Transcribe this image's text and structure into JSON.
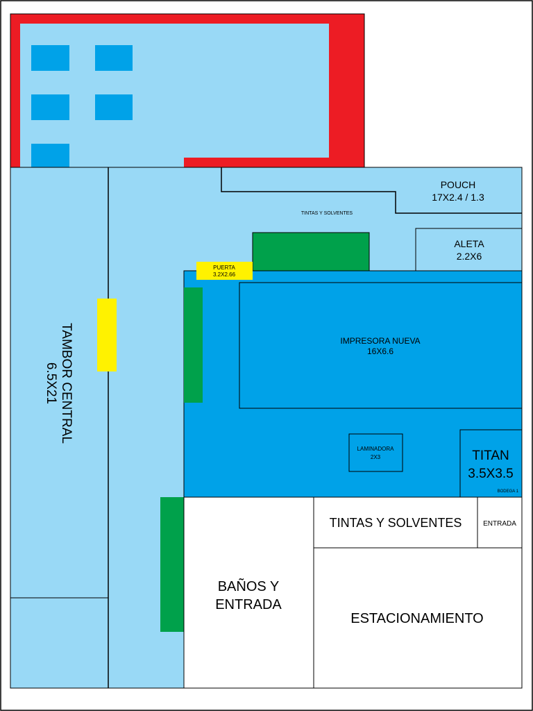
{
  "rooms": {
    "tambor_central": {
      "name": "TAMBOR CENTRAL",
      "dims": "6.5X21"
    },
    "pouch": {
      "name": "POUCH",
      "dims": "17X2.4 / 1.3"
    },
    "tintas_small": {
      "name": "TINTAS Y SOLVENTES"
    },
    "aleta": {
      "name": "ALETA",
      "dims": "2.2X6"
    },
    "puerta": {
      "name": "PUERTA",
      "dims": "3.2X2.66"
    },
    "impresora": {
      "name": "IMPRESORA NUEVA",
      "dims": "16X6.6"
    },
    "laminadora": {
      "name": "LAMINADORA",
      "dims": "2X3"
    },
    "titan": {
      "name": "TITAN",
      "dims": "3.5X3.5"
    },
    "bodega": {
      "name": "BODEGA 1"
    },
    "tintas_big": {
      "name": "TINTAS Y SOLVENTES"
    },
    "entrada": {
      "name": "ENTRADA"
    },
    "banos": {
      "line1": "BAÑOS Y",
      "line2": "ENTRADA"
    },
    "estacionamiento": {
      "name": "ESTACIONAMIENTO"
    }
  },
  "colors": {
    "wall_red": "#ed1c24",
    "light_blue": "#99d9f6",
    "mid_blue": "#00a2e8",
    "green": "#00a14b",
    "yellow": "#fff200",
    "white": "#ffffff",
    "outline": "#000000"
  }
}
